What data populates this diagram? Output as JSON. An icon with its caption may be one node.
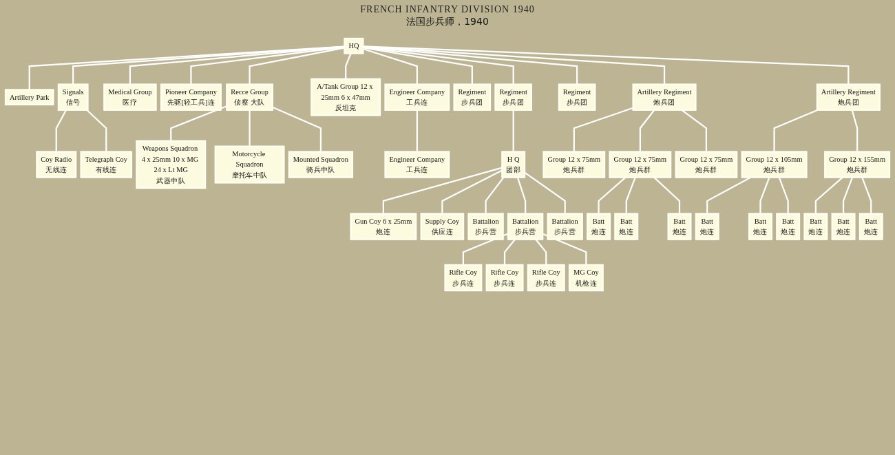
{
  "diagram": {
    "title": "FRENCH INFANTRY DIVISION 1940",
    "nodes": [
      {
        "text": [
          "HQ"
        ]
      },
      {
        "text": [
          "Artillery Park"
        ]
      },
      {
        "text": [
          "Signals",
          "信号"
        ]
      },
      {
        "text": [
          "Medical Group",
          "医疗"
        ]
      },
      {
        "text": [
          "Pioneer Company",
          "先驱[轻工兵]连"
        ]
      },
      {
        "text": [
          "Recce Group",
          "侦察 大队"
        ]
      },
      {
        "text": [
          "A/Tank Group 12 x 25mm 6 x 47mm",
          "反坦克"
        ]
      },
      {
        "text": [
          "Engineer Company",
          "工兵连"
        ]
      },
      {
        "text": [
          "Coy Radio",
          "无线连"
        ]
      },
      {
        "text": [
          "Telegraph Coy",
          "有线连"
        ]
      },
      {
        "text": [
          "Weapons Squadron 4 x 25mm 10 x MG 24 x Lt MG",
          "武器中队"
        ]
      },
      {
        "text": [
          "Motorcycle Squadron",
          "摩托车中队"
        ]
      },
      {
        "text": [
          "Mounted Squadron",
          "骑兵中队"
        ]
      },
      {
        "text": [
          "Engineer Company",
          "工兵连"
        ]
      },
      {
        "text": [
          "Regiment",
          "步兵团"
        ]
      },
      {
        "text": [
          "Regiment",
          "步兵团"
        ]
      },
      {
        "text": [
          "Regiment",
          "步兵团"
        ]
      },
      {
        "text": [
          "Artillery Regiment",
          "炮兵团"
        ]
      },
      {
        "text": [
          "Artillery Regiment",
          "炮兵团"
        ]
      },
      {
        "text": [
          "Gun Coy 6 x 25mm",
          "炮连"
        ]
      },
      {
        "text": [
          "H Q",
          "团部"
        ]
      },
      {
        "text": [
          "Supply Coy",
          "供应连"
        ]
      },
      {
        "text": [
          "Battalion",
          "步兵营"
        ]
      },
      {
        "text": [
          "Battalion",
          "步兵营"
        ]
      },
      {
        "text": [
          "Battalion",
          "步兵营"
        ]
      },
      {
        "text": [
          "Rifle Coy",
          "步兵连"
        ]
      },
      {
        "text": [
          "Rifle Coy",
          "步兵连"
        ]
      },
      {
        "text": [
          "Rifle Coy",
          "步兵连"
        ]
      },
      {
        "text": [
          "MG Coy",
          "机枪连"
        ]
      },
      {
        "text": [
          "Group 12 x 75mm",
          "炮兵群"
        ]
      },
      {
        "text": [
          "Group 12 x 75mm",
          "炮兵群"
        ]
      },
      {
        "text": [
          "Group 12 x 75mm",
          "炮兵群"
        ]
      },
      {
        "text": [
          "Group 12 x 105mm",
          "炮兵群"
        ]
      },
      {
        "text": [
          "Group 12 x 155mm",
          "炮兵群"
        ]
      },
      {
        "text": [
          "Batt",
          "炮连"
        ]
      },
      {
        "text": [
          "Batt",
          "炮连"
        ]
      },
      {
        "text": [
          "Batt",
          "炮连"
        ]
      },
      {
        "text": [
          "Batt",
          "炮连"
        ]
      },
      {
        "text": [
          "Batt",
          "炮连"
        ]
      },
      {
        "text": [
          "Batt",
          "炮连"
        ]
      },
      {
        "text": [
          "Batt",
          "炮连"
        ]
      },
      {
        "text": [
          "Batt",
          "炮连"
        ]
      },
      {
        "text": [
          "Batt",
          "炮连"
        ]
      }
    ],
    "edges": [
      {
        "from": 0,
        "to": 1,
        "arrow": "none"
      },
      {
        "from": 0,
        "to": 2,
        "arrow": "none"
      },
      {
        "from": 0,
        "to": 3,
        "arrow": "none"
      },
      {
        "from": 0,
        "to": 4,
        "arrow": "none"
      },
      {
        "from": 0,
        "to": 5,
        "arrow": "none"
      },
      {
        "from": 0,
        "to": 6,
        "arrow": "none"
      },
      {
        "from": 0,
        "to": 7,
        "arrow": "none"
      },
      {
        "from": 2,
        "to": 8,
        "arrow": "none"
      },
      {
        "from": 2,
        "to": 9,
        "arrow": "none"
      },
      {
        "from": 5,
        "to": 10,
        "arrow": "none"
      },
      {
        "from": 5,
        "to": 11,
        "arrow": "none"
      },
      {
        "from": 5,
        "to": 12,
        "arrow": "none"
      },
      {
        "from": 7,
        "to": 13,
        "arrow": "none"
      },
      {
        "from": 0,
        "to": 14,
        "arrow": "none"
      },
      {
        "from": 0,
        "to": 15,
        "arrow": "none"
      },
      {
        "from": 0,
        "to": 16,
        "arrow": "none"
      },
      {
        "from": 0,
        "to": 17,
        "arrow": "none"
      },
      {
        "from": 0,
        "to": 18,
        "arrow": "none"
      },
      {
        "from": 15,
        "to": 20,
        "arrow": "none"
      },
      {
        "from": 20,
        "to": 19,
        "arrow": "none"
      },
      {
        "from": 20,
        "to": 21,
        "arrow": "none"
      },
      {
        "from": 20,
        "to": 22,
        "arrow": "none"
      },
      {
        "from": 20,
        "to": 23,
        "arrow": "none"
      },
      {
        "from": 20,
        "to": 24,
        "arrow": "none"
      },
      {
        "from": 23,
        "to": 25,
        "arrow": "none"
      },
      {
        "from": 23,
        "to": 26,
        "arrow": "none"
      },
      {
        "from": 23,
        "to": 27,
        "arrow": "none"
      },
      {
        "from": 23,
        "to": 28,
        "arrow": "none"
      },
      {
        "from": 17,
        "to": 29,
        "arrow": "none"
      },
      {
        "from": 17,
        "to": 30,
        "arrow": "none"
      },
      {
        "from": 17,
        "to": 31,
        "arrow": "none"
      },
      {
        "from": 18,
        "to": 32,
        "arrow": "none"
      },
      {
        "from": 18,
        "to": 33,
        "arrow": "none"
      },
      {
        "from": 30,
        "to": 34,
        "arrow": "none"
      },
      {
        "from": 30,
        "to": 35,
        "arrow": "none"
      },
      {
        "from": 30,
        "to": 36,
        "arrow": "none"
      },
      {
        "from": 32,
        "to": 37,
        "arrow": "none"
      },
      {
        "from": 32,
        "to": 38,
        "arrow": "none"
      },
      {
        "from": 32,
        "to": 39,
        "arrow": "none"
      },
      {
        "from": 33,
        "to": 40,
        "arrow": "none"
      },
      {
        "from": 33,
        "to": 41,
        "arrow": "none"
      },
      {
        "from": 33,
        "to": 42,
        "arrow": "none"
      }
    ],
    "labels": [
      "法国步兵师，1940"
    ]
  }
}
